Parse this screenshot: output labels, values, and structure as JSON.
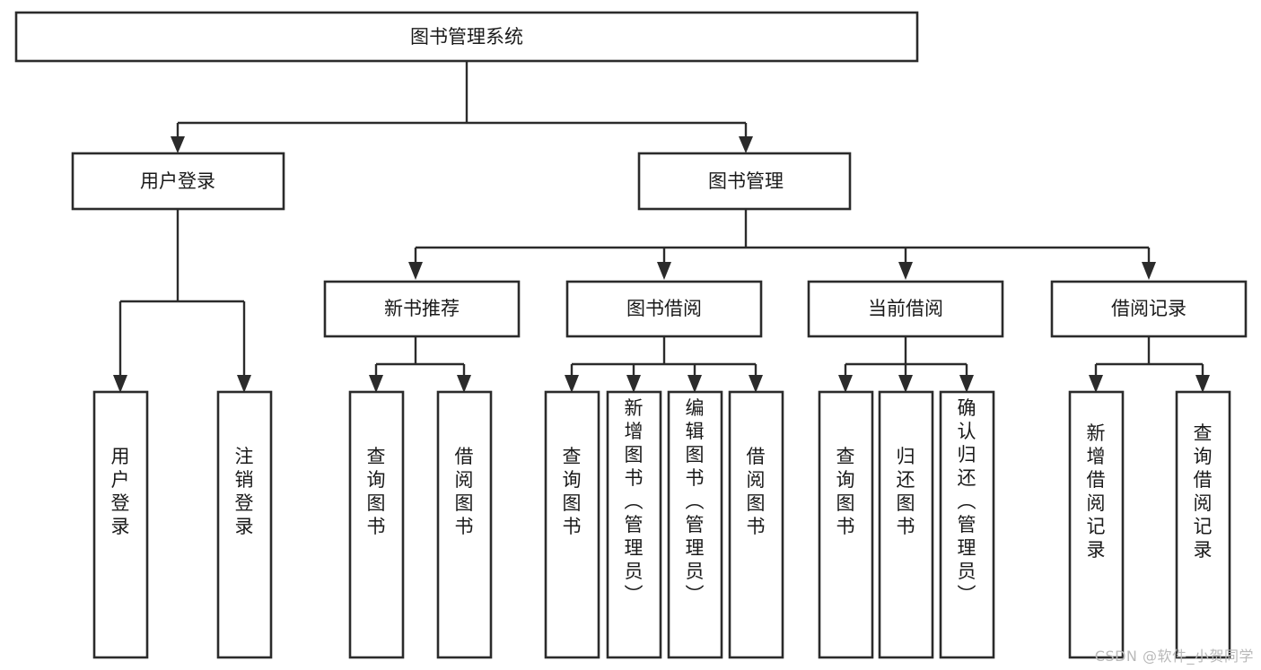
{
  "diagram": {
    "title": "图书管理系统",
    "type": "tree",
    "root": {
      "id": "root",
      "label": "图书管理系统",
      "orientation": "horizontal"
    },
    "level2": [
      {
        "id": "user-login",
        "label": "用户登录",
        "orientation": "horizontal"
      },
      {
        "id": "book-management",
        "label": "图书管理",
        "orientation": "horizontal"
      }
    ],
    "level3": [
      {
        "id": "new-book-recommend",
        "label": "新书推荐",
        "orientation": "horizontal",
        "parent": "book-management"
      },
      {
        "id": "book-borrow",
        "label": "图书借阅",
        "orientation": "horizontal",
        "parent": "book-management"
      },
      {
        "id": "current-borrow",
        "label": "当前借阅",
        "orientation": "horizontal",
        "parent": "book-management"
      },
      {
        "id": "borrow-record",
        "label": "借阅记录",
        "orientation": "horizontal",
        "parent": "book-management"
      }
    ],
    "leaves": [
      {
        "id": "leaf-user-login",
        "label": "用户登录",
        "orientation": "vertical",
        "parent": "user-login"
      },
      {
        "id": "leaf-user-logout",
        "label": "注销登录",
        "orientation": "vertical",
        "parent": "user-login"
      },
      {
        "id": "leaf-query-book-1",
        "label": "查询图书",
        "orientation": "vertical",
        "parent": "new-book-recommend"
      },
      {
        "id": "leaf-borrow-book-1",
        "label": "借阅图书",
        "orientation": "vertical",
        "parent": "new-book-recommend"
      },
      {
        "id": "leaf-query-book-2",
        "label": "查询图书",
        "orientation": "vertical",
        "parent": "book-borrow"
      },
      {
        "id": "leaf-add-book",
        "label": "新增图书（管理员）",
        "orientation": "vertical",
        "parent": "book-borrow"
      },
      {
        "id": "leaf-edit-book",
        "label": "编辑图书（管理员）",
        "orientation": "vertical",
        "parent": "book-borrow"
      },
      {
        "id": "leaf-borrow-book-2",
        "label": "借阅图书",
        "orientation": "vertical",
        "parent": "book-borrow"
      },
      {
        "id": "leaf-query-book-3",
        "label": "查询图书",
        "orientation": "vertical",
        "parent": "current-borrow"
      },
      {
        "id": "leaf-return-book",
        "label": "归还图书",
        "orientation": "vertical",
        "parent": "current-borrow"
      },
      {
        "id": "leaf-confirm-return",
        "label": "确认归还（管理员）",
        "orientation": "vertical",
        "parent": "current-borrow"
      },
      {
        "id": "leaf-add-record",
        "label": "新增借阅记录",
        "orientation": "vertical",
        "parent": "borrow-record"
      },
      {
        "id": "leaf-query-record",
        "label": "查询借阅记录",
        "orientation": "vertical",
        "parent": "borrow-record"
      }
    ]
  },
  "watermark": {
    "text": "CSDN @软件_小贺同学"
  },
  "colors": {
    "box_stroke": "#2b2b2b",
    "box_fill": "#ffffff",
    "text": "#1a1a1a",
    "connector": "#2b2b2b",
    "watermark": "#b9b9b9",
    "background": "#ffffff"
  }
}
